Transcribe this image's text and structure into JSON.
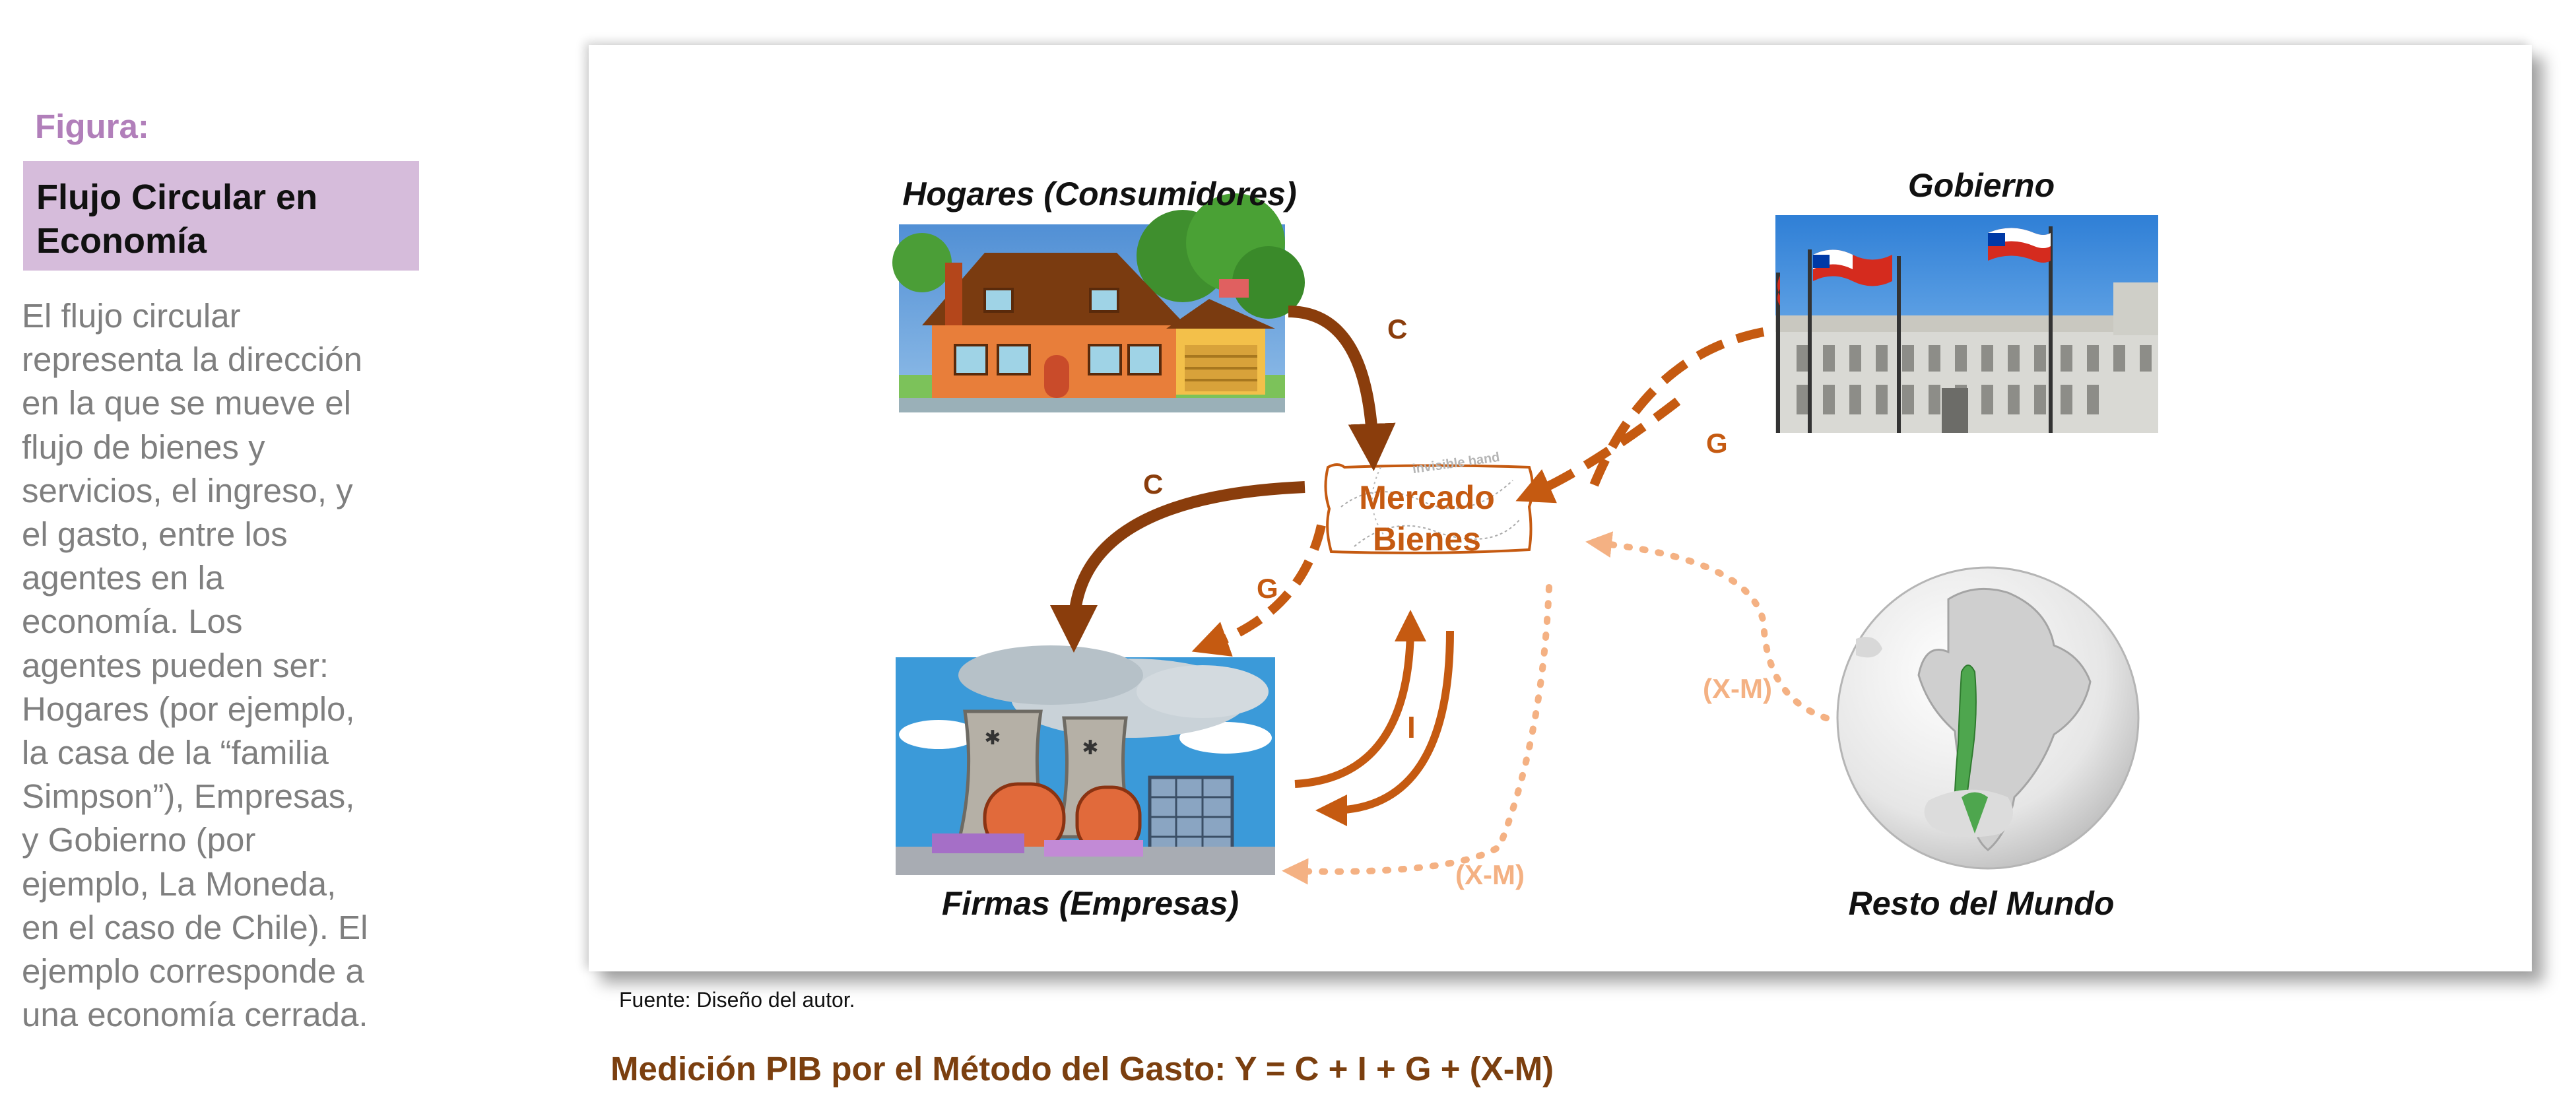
{
  "sidebar": {
    "heading": "Figura:",
    "title_line1": "Flujo Circular en",
    "title_line2": "Economía",
    "body_lines": [
      "El flujo circular",
      "representa la dirección",
      "en la que se mueve el",
      "flujo de bienes y",
      "servicios, el ingreso, y",
      "el gasto, entre los",
      "agentes en la",
      "economía. Los",
      "agentes pueden ser:",
      "Hogares (por ejemplo,",
      "la casa de la “familia",
      "Simpson”), Empresas,",
      "y Gobierno (por",
      "ejemplo, La Moneda,",
      "en el caso de Chile). El",
      "ejemplo corresponde a",
      "una economía cerrada."
    ]
  },
  "diagram": {
    "agents": {
      "households": "Hogares (Consumidores)",
      "government": "Gobierno",
      "firms": "Firmas (Empresas)",
      "rest_of_world": "Resto del Mundo"
    },
    "market": {
      "line1": "Mercado",
      "line2": "Bienes",
      "stamp": "invisible hand"
    },
    "flows": {
      "c_households": "C",
      "c_firms": "C",
      "g_government": "G",
      "g_firms": "G",
      "investment": "I",
      "xm_world": "(X-M)",
      "xm_firms": "(X-M)"
    },
    "colors": {
      "dark_brown": "#8a3d0c",
      "orange": "#c55a11",
      "light_orange": "#f4b183",
      "accent_purple": "#b17fba",
      "title_box": "#d6bcdb"
    }
  },
  "footer": {
    "source": "Fuente: Diseño del autor.",
    "formula": "Medición PIB por el Método del Gasto: Y = C + I + G + (X-M)"
  }
}
